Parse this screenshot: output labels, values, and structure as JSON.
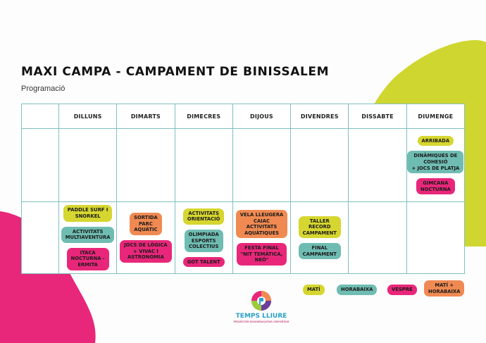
{
  "title": "MAXI CAMPA - CAMPAMENT DE BINISSALEM",
  "subtitle": "Programació",
  "days": [
    "DILLUNS",
    "DIMARTS",
    "DIMECRES",
    "DIJOUS",
    "DIVENDRES",
    "DISSABTE",
    "DIUMENGE"
  ],
  "row1": {
    "diumenge": [
      {
        "text": "ARRIBADA",
        "type": "morning"
      },
      {
        "text": "DINÀMIQUES DE\nCOHESIÓ\n+ JOCS DE PLATJA",
        "type": "afternoon"
      },
      {
        "text": "GIMCANA\nNOCTURNA",
        "type": "evening"
      }
    ]
  },
  "row2": {
    "dilluns": [
      {
        "text": "PADDLE SURF  I\nSNORKEL",
        "type": "morning"
      },
      {
        "text": "ACTIVITATS\nMULTIAVENTURA",
        "type": "afternoon"
      },
      {
        "text": "ITACA\nNOCTURNA -\nERMITA",
        "type": "evening"
      }
    ],
    "dimarts": [
      {
        "text": "SORTIDA\nPARC\nAQUÀTIC",
        "type": "mixed"
      },
      {
        "text": "JOCS DE LÒGICA\n+ VIVAC I\nASTRONOMIA",
        "type": "evening"
      }
    ],
    "dimecres": [
      {
        "text": "ACTIVITATS\nORIENTACIÓ",
        "type": "morning"
      },
      {
        "text": "OLIMPIADA\nESPORTS\nCOLECTIUS",
        "type": "afternoon"
      },
      {
        "text": "GOT TALENT",
        "type": "evening"
      }
    ],
    "dijous": [
      {
        "text": "VELA LLEUGERA\nCAIAC\nACTIVITATS\nAQUÀTIQUES",
        "type": "mixed"
      },
      {
        "text": "FESTA FINAL\n\"NIT TEMÀTICA,\nNEÓ\"",
        "type": "evening"
      }
    ],
    "divendres": [
      {
        "text": "TALLER\nRECORD\nCAMPAMENT",
        "type": "morning"
      },
      {
        "text": "FINAL\nCAMPAMENT",
        "type": "afternoon"
      }
    ]
  },
  "legend": [
    {
      "text": "MATÍ",
      "type": "morning"
    },
    {
      "text": "HORABAIXA",
      "type": "afternoon"
    },
    {
      "text": "VESPRE",
      "type": "evening"
    },
    {
      "text": "MATÍ +\nHORABAIXA",
      "type": "mixed"
    }
  ],
  "logo": {
    "name": "TEMPS LLIURE",
    "tagline": "PROJECTES SOCIOEDUCATIUS I ESPORTIUS"
  },
  "colors": {
    "morning": "#d6d630",
    "afternoon": "#6fbcb2",
    "evening": "#e8277a",
    "mixed": "#f08a52",
    "grid": "#7fbfbf"
  }
}
